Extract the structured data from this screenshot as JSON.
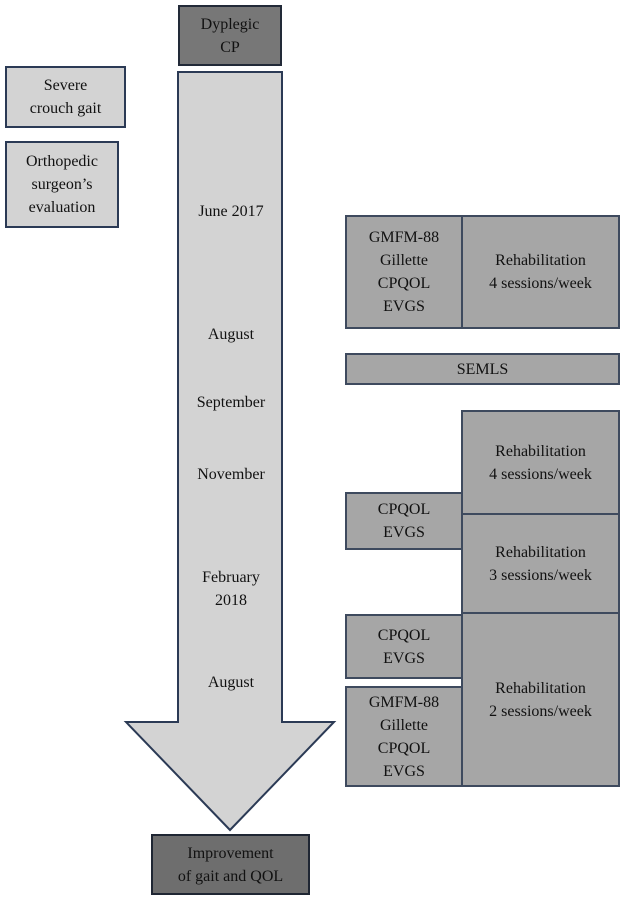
{
  "start": {
    "lines": [
      "Dyplegic",
      "CP"
    ]
  },
  "end": {
    "lines": [
      "Improvement",
      "of gait and QOL"
    ]
  },
  "left_notes": [
    {
      "lines": [
        "Severe",
        "crouch gait"
      ]
    },
    {
      "lines": [
        "Orthopedic",
        "surgeon’s",
        "evaluation"
      ]
    }
  ],
  "timeline": [
    {
      "lines": [
        "June 2017"
      ]
    },
    {
      "lines": [
        "August"
      ]
    },
    {
      "lines": [
        "September"
      ]
    },
    {
      "lines": [
        "November"
      ]
    },
    {
      "lines": [
        "February",
        "2018"
      ]
    },
    {
      "lines": [
        "August"
      ]
    }
  ],
  "assessments": [
    {
      "lines": [
        "GMFM-88",
        "Gillette",
        "CPQOL",
        "EVGS"
      ]
    },
    {
      "lines": [
        "CPQOL",
        "EVGS"
      ]
    },
    {
      "lines": [
        "CPQOL",
        "EVGS"
      ]
    },
    {
      "lines": [
        "GMFM-88",
        "Gillette",
        "CPQOL",
        "EVGS"
      ]
    }
  ],
  "surgery": {
    "label": "SEMLS"
  },
  "rehabilitation": [
    {
      "lines": [
        "Rehabilitation",
        "4 sessions/week"
      ]
    },
    {
      "lines": [
        "Rehabilitation",
        "4 sessions/week"
      ]
    },
    {
      "lines": [
        "Rehabilitation",
        "3 sessions/week"
      ]
    },
    {
      "lines": [
        "Rehabilitation",
        "2 sessions/week"
      ]
    }
  ]
}
